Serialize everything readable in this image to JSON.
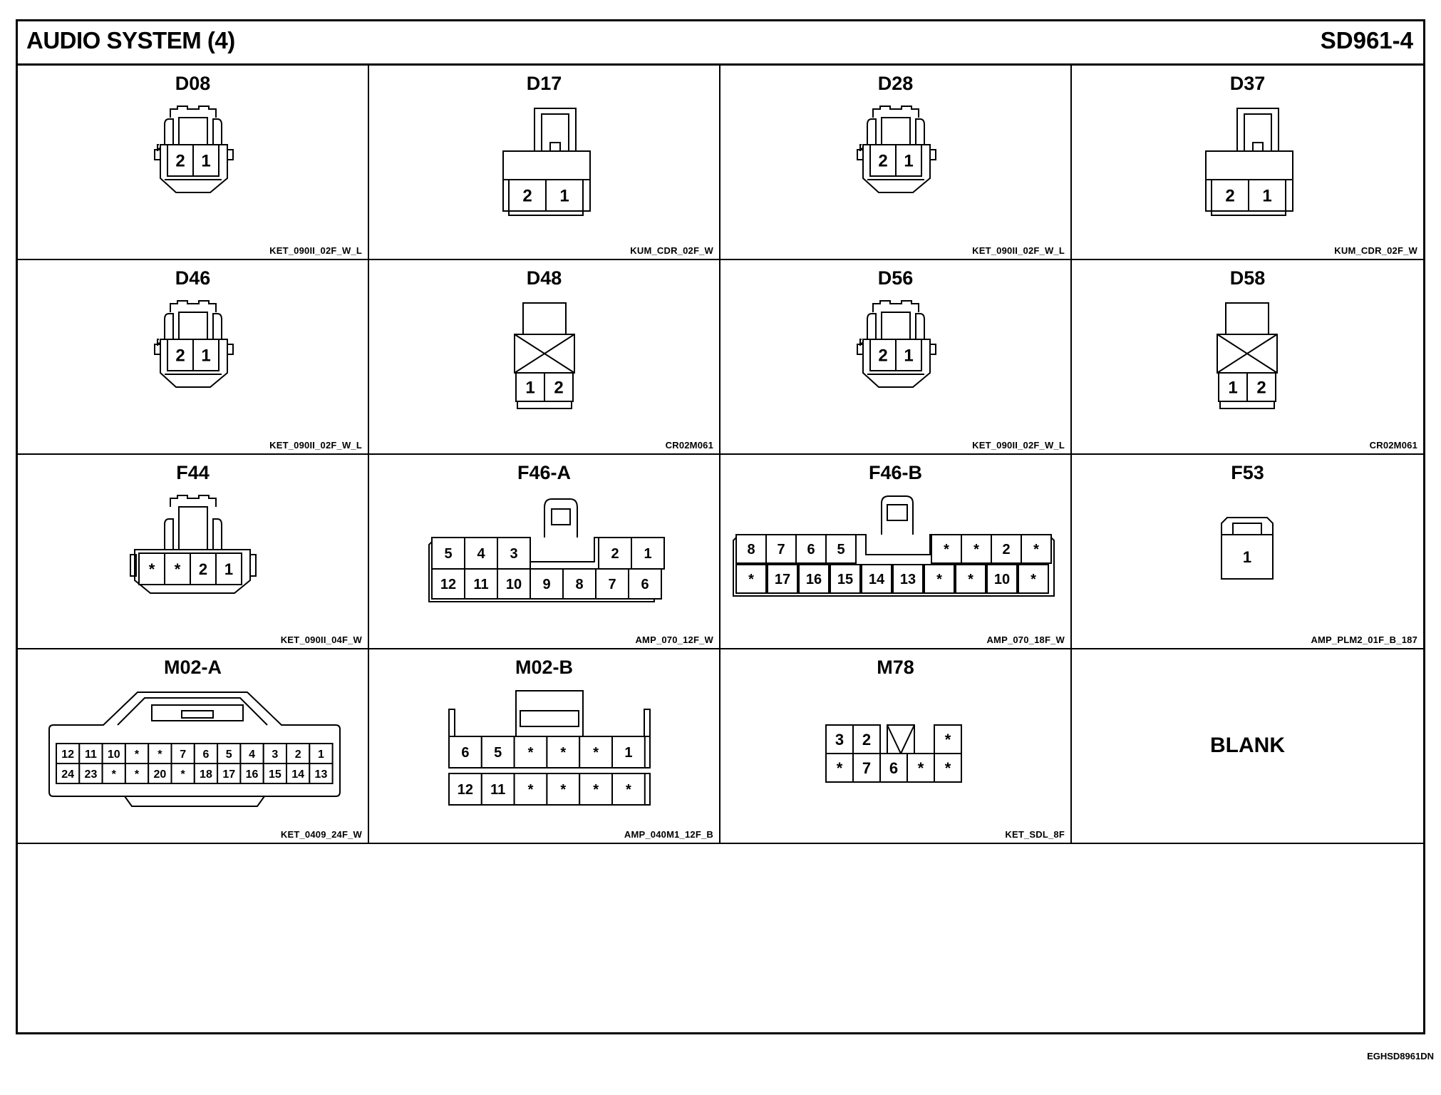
{
  "header": {
    "title": "AUDIO SYSTEM (4)",
    "sheet": "SD961-4"
  },
  "connectors": [
    {
      "id": "D08",
      "part": "KET_090II_02F_W_L",
      "pins": [
        "2",
        "1"
      ]
    },
    {
      "id": "D17",
      "part": "KUM_CDR_02F_W",
      "pins": [
        "2",
        "1"
      ]
    },
    {
      "id": "D28",
      "part": "KET_090II_02F_W_L",
      "pins": [
        "2",
        "1"
      ]
    },
    {
      "id": "D37",
      "part": "KUM_CDR_02F_W",
      "pins": [
        "2",
        "1"
      ]
    },
    {
      "id": "D46",
      "part": "KET_090II_02F_W_L",
      "pins": [
        "2",
        "1"
      ]
    },
    {
      "id": "D48",
      "part": "CR02M061",
      "pins": [
        "1",
        "2"
      ]
    },
    {
      "id": "D56",
      "part": "KET_090II_02F_W_L",
      "pins": [
        "2",
        "1"
      ]
    },
    {
      "id": "D58",
      "part": "CR02M061",
      "pins": [
        "1",
        "2"
      ]
    },
    {
      "id": "F44",
      "part": "KET_090II_04F_W",
      "pins": [
        "*",
        "*",
        "2",
        "1"
      ]
    },
    {
      "id": "F46-A",
      "part": "AMP_070_12F_W",
      "pins": {
        "top": [
          "5",
          "4",
          "3",
          "2",
          "1"
        ],
        "bottom": [
          "12",
          "11",
          "10",
          "9",
          "8",
          "7",
          "6"
        ]
      }
    },
    {
      "id": "F46-B",
      "part": "AMP_070_18F_W",
      "pins": {
        "top": [
          "8",
          "7",
          "6",
          "5",
          "*",
          "*",
          "2",
          "*"
        ],
        "bottom": [
          "*",
          "17",
          "16",
          "15",
          "14",
          "13",
          "*",
          "*",
          "10",
          "*"
        ]
      }
    },
    {
      "id": "F53",
      "part": "AMP_PLM2_01F_B_187",
      "pins": [
        "1"
      ]
    },
    {
      "id": "M02-A",
      "part": "KET_0409_24F_W",
      "pins": {
        "top": [
          "12",
          "11",
          "10",
          "*",
          "*",
          "7",
          "6",
          "5",
          "4",
          "3",
          "2",
          "1"
        ],
        "bottom": [
          "24",
          "23",
          "*",
          "*",
          "20",
          "*",
          "18",
          "17",
          "16",
          "15",
          "14",
          "13"
        ]
      }
    },
    {
      "id": "M02-B",
      "part": "AMP_040M1_12F_B",
      "pins": {
        "top": [
          "6",
          "5",
          "*",
          "*",
          "*",
          "1"
        ],
        "bottom": [
          "12",
          "11",
          "*",
          "*",
          "*",
          "*"
        ]
      }
    },
    {
      "id": "M78",
      "part": "KET_SDL_8F",
      "pins": {
        "top": [
          "3",
          "2",
          "",
          "*"
        ],
        "bottom": [
          "*",
          "7",
          "6",
          "*",
          "*"
        ]
      }
    }
  ],
  "blank_label": "BLANK",
  "footer": {
    "code": "EGHSD8961DN"
  }
}
